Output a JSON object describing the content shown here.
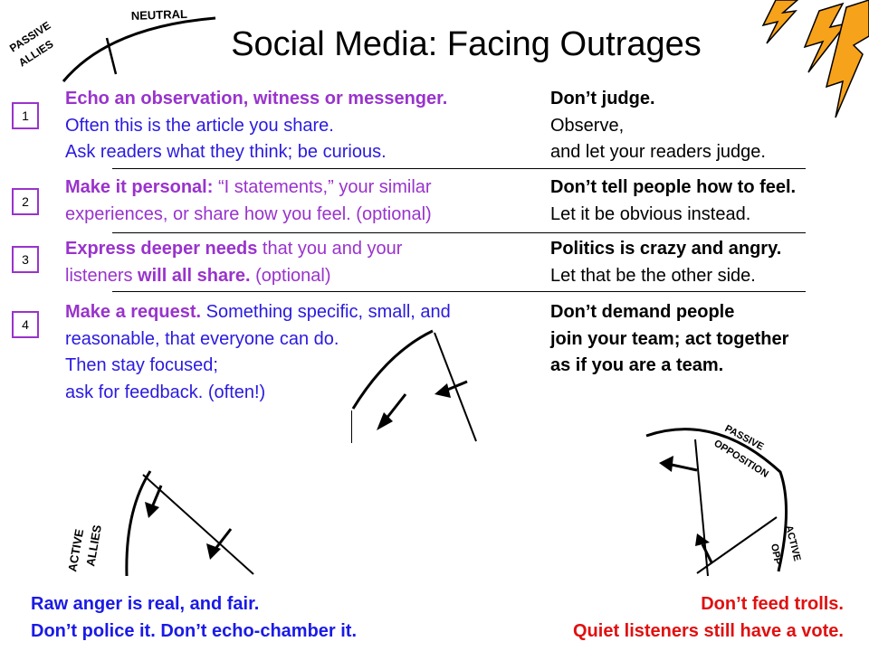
{
  "title": "Social Media: Facing Outrages",
  "sketch_labels": {
    "neutral": "NEUTRAL",
    "passive_allies_1": "PASSIVE",
    "passive_allies_2": "ALLIES",
    "active_allies_1": "ACTIVE",
    "active_allies_2": "ALLIES",
    "passive_opposition_1": "PASSIVE",
    "passive_opposition_2": "OPPOSITION",
    "active_opposition_1": "ACTIVE",
    "active_opposition_2": "OPP"
  },
  "steps": [
    {
      "number": "1",
      "left_heading": "Echo an observation, witness or messenger.",
      "left_line2": "Often this is the article you share.",
      "left_line3": "Ask readers what they think; be curious.",
      "right_line1": "Don’t judge.",
      "right_line2": "Observe,",
      "right_line3": "and let your readers judge."
    },
    {
      "number": "2",
      "left_heading": "Make it personal:",
      "left_rest1": " “I statements,” your similar",
      "left_line2": "experiences, or share how you feel. (optional)",
      "right_line1": "Don’t tell people how to feel.",
      "right_line2": "Let it be obvious instead."
    },
    {
      "number": "3",
      "left_heading": "Express deeper needs",
      "left_rest1": " that you and your",
      "left_line2_a": "listeners ",
      "left_line2_b": "will all share.",
      "left_line2_c": " (optional)",
      "right_line1": "Politics is crazy and angry.",
      "right_line2": "Let that be the other side."
    },
    {
      "number": "4",
      "left_heading": "Make a request.",
      "left_rest1": " Something specific, small, and",
      "left_line2": "reasonable, that everyone can do.",
      "left_line3": "Then stay focused;",
      "left_line4": "ask for feedback. (often!)",
      "right_line1": "Don’t demand people",
      "right_line2": "join your team; act together",
      "right_line3": "as if you are a team."
    }
  ],
  "footer_left": {
    "line1": "Raw anger is real, and fair.",
    "line2": "Don’t police it. Don’t echo-chamber it."
  },
  "footer_right": {
    "line1": "Don’t feed trolls.",
    "line2": "Quiet listeners still have a vote."
  },
  "colors": {
    "step_heading": "#9933cc",
    "step_body": "#2a1adf",
    "footer_left": "#1a1ae6",
    "footer_right": "#e01010",
    "lightning": "#f7a21b"
  },
  "icons": [
    "lightning-bolt-icon",
    "spectrum-arc-sketch"
  ]
}
